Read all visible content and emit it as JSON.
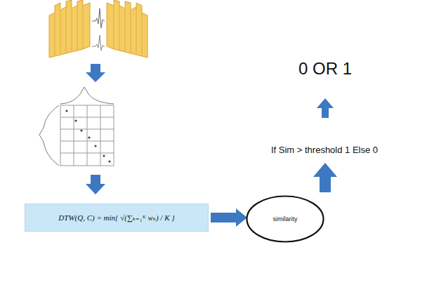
{
  "diagram": {
    "nodes": [
      {
        "text": [
          "DTW(Q, C) = min{ √(∑ₖ₌₁ᴷ wₖ) / K }"
        ]
      },
      {
        "text": [
          "similarity"
        ]
      }
    ],
    "edges": [
      {
        "from": 0,
        "to": 1,
        "arrow": "to"
      }
    ],
    "labels": [
      "If  Sim > threshold  1  Else 0",
      "0 OR 1"
    ]
  }
}
